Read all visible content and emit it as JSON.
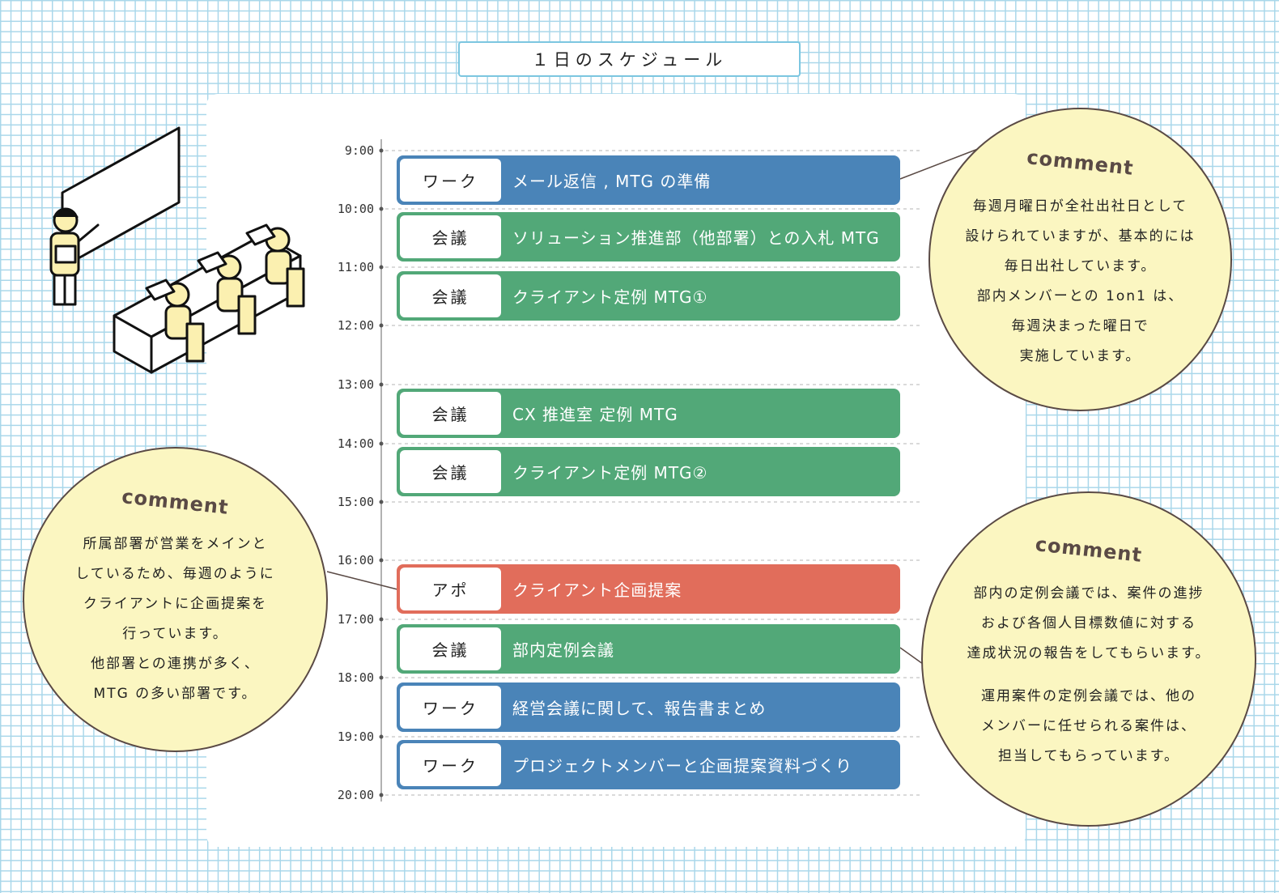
{
  "title": "１日のスケジュール",
  "times": [
    "9:00",
    "10:00",
    "11:00",
    "12:00",
    "13:00",
    "14:00",
    "15:00",
    "16:00",
    "17:00",
    "18:00",
    "19:00",
    "20:00"
  ],
  "events": [
    {
      "tag": "ワーク",
      "desc": "メール返信 , MTG の準備",
      "color": "#4a84b8"
    },
    {
      "tag": "会議",
      "desc": "ソリューション推進部（他部署）との入札 MTG",
      "color": "#52a878"
    },
    {
      "tag": "会議",
      "desc": "クライアント定例 MTG①",
      "color": "#52a878"
    },
    {
      "tag": "会議",
      "desc": "CX 推進室 定例 MTG",
      "color": "#52a878"
    },
    {
      "tag": "会議",
      "desc": "クライアント定例 MTG②",
      "color": "#52a878"
    },
    {
      "tag": "アポ",
      "desc": "クライアント企画提案",
      "color": "#e16d5b"
    },
    {
      "tag": "会議",
      "desc": "部内定例会議",
      "color": "#52a878"
    },
    {
      "tag": "ワーク",
      "desc": "経営会議に関して、報告書まとめ",
      "color": "#4a84b8"
    },
    {
      "tag": "ワーク",
      "desc": "プロジェクトメンバーと企画提案資料づくり",
      "color": "#4a84b8"
    }
  ],
  "comments": {
    "top_right": {
      "head": "comment",
      "lines": [
        "毎週月曜日が全社出社日として",
        "設けられていますが、基本的には",
        "毎日出社しています。",
        "部内メンバーとの 1on1 は、",
        "毎週決まった曜日で",
        "実施しています。"
      ]
    },
    "left": {
      "head": "comment",
      "lines": [
        "所属部署が営業をメインと",
        "しているため、毎週のように",
        "クライアントに企画提案を",
        "行っています。",
        "他部署との連携が多く、",
        "MTG の多い部署です。"
      ]
    },
    "bottom_right": {
      "head": "comment",
      "lines": [
        "部内の定例会議では、案件の進捗",
        "および各個人目標数値に対する",
        "達成状況の報告をしてもらいます。",
        "",
        "運用案件の定例会議では、他の",
        "メンバーに任せられる案件は、",
        "担当してもらっています。"
      ]
    }
  },
  "colors": {
    "grid": "#a9d7ea",
    "work": "#4a84b8",
    "meeting": "#52a878",
    "appointment": "#e16d5b",
    "comment_bg": "#fbf6c1"
  }
}
